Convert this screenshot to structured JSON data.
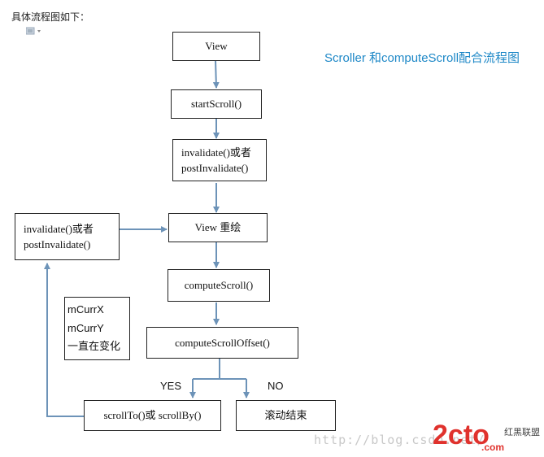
{
  "intro_text": "具体流程图如下：",
  "subtitle": "Scroller 和computeScroll配合流程图",
  "nodes": {
    "view": "View",
    "start_scroll": "startScroll()",
    "invalidate_main_line1": "invalidate()或者",
    "invalidate_main_line2": "postInvalidate()",
    "view_redraw": "View 重绘",
    "invalidate_side_line1": "invalidate()或者",
    "invalidate_side_line2": "postInvalidate()",
    "compute_scroll": "computeScroll()",
    "note_line1": "mCurrX",
    "note_line2": "mCurrY",
    "note_line3": "一直在变化",
    "compute_scroll_offset": "computeScrollOffset()",
    "scroll_to": "scrollTo()或 scrollBy()",
    "scroll_end": "滚动结束"
  },
  "branches": {
    "yes": "YES",
    "no": "NO"
  },
  "watermark": "http://blog.csdn.net/",
  "logo": {
    "main": "2cto",
    "domain": ".com",
    "side_text": "红黑联盟"
  },
  "colors": {
    "arrow": "#6d93b8",
    "subtitle": "#1e88c7",
    "logo_red": "#e0322d"
  }
}
